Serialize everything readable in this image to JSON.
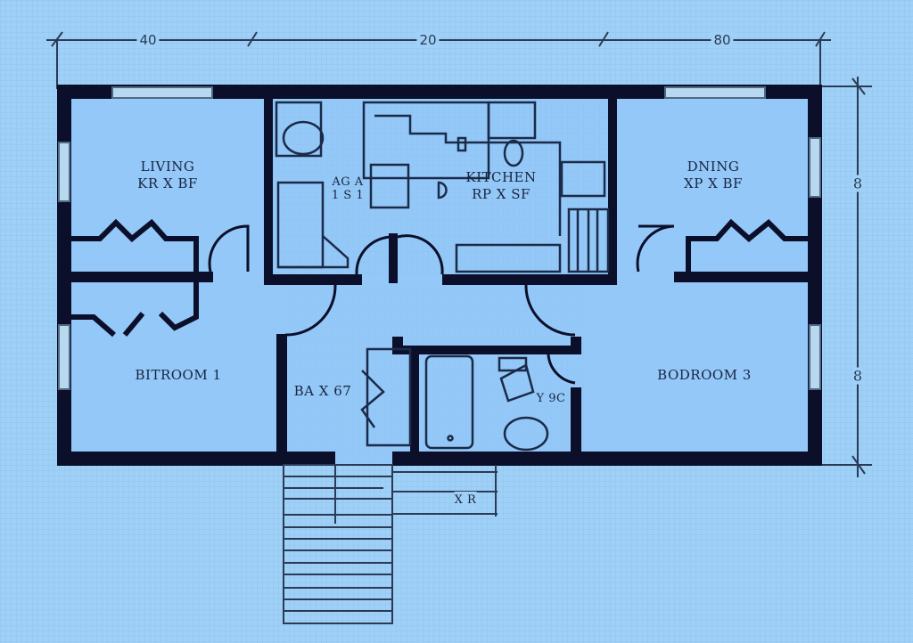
{
  "diagram": {
    "type": "floor-plan-blueprint",
    "colors": {
      "background": "#9fd0f7",
      "grid": "#8fc2ee",
      "room_fill": "#93c8f8",
      "wall": "#0b0f2a",
      "line": "#1b2a48"
    },
    "dimensions": {
      "top": [
        "40",
        "20",
        "80"
      ],
      "right": [
        "8",
        "8"
      ]
    },
    "rooms": [
      {
        "id": "living",
        "name": "LIVING",
        "size": "KR X BF"
      },
      {
        "id": "kitchen",
        "name": "KITCHEN",
        "size": "RP X SF",
        "side_note": [
          "AG A",
          "1 S 1"
        ]
      },
      {
        "id": "dining",
        "name": "DNING",
        "size": "XP X BF"
      },
      {
        "id": "bedroom-1",
        "name": "BITROOM 1",
        "size": ""
      },
      {
        "id": "hall",
        "name": "",
        "size": "BA X 67"
      },
      {
        "id": "bath",
        "name": "",
        "size": "Y 9C"
      },
      {
        "id": "bedroom-3",
        "name": "BODROOM 3",
        "size": ""
      }
    ],
    "stairs_label": "X R"
  }
}
